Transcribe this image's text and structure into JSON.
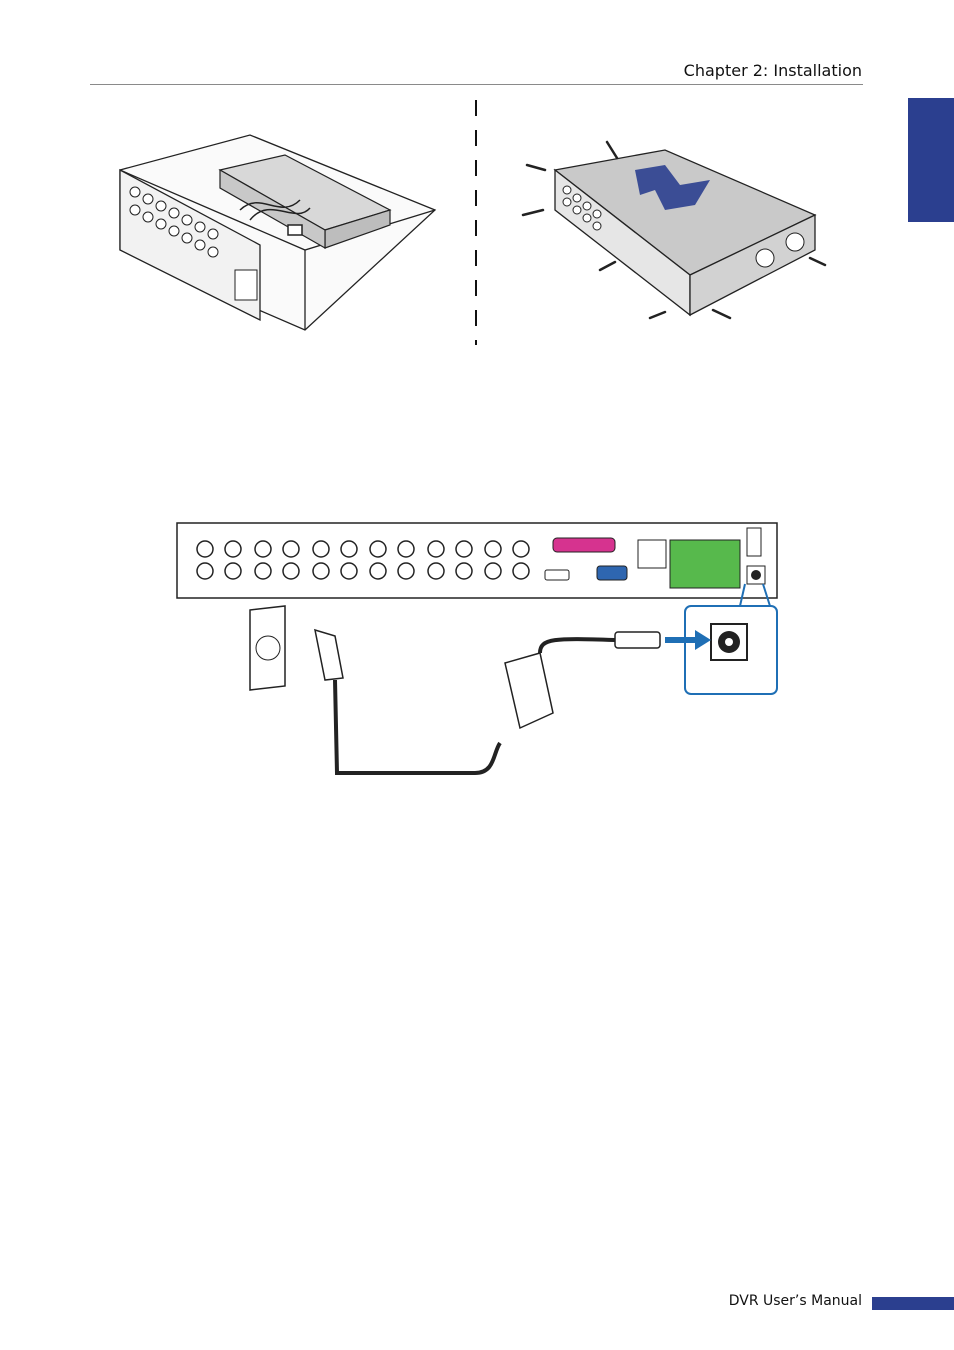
{
  "header": {
    "title": "Chapter 2: Installation"
  },
  "footer": {
    "manual_title": "DVR User’s Manual"
  },
  "colors": {
    "accent_blue": "#2b3f8f",
    "arrow_blue": "#1f6fb5",
    "terminal_green": "#57b94c",
    "serial_magenta": "#d6338f",
    "vga_blue": "#2e66b0"
  },
  "figures": {
    "hdd_install": {
      "icon": "dvr-open-chassis-illustration"
    },
    "cover_install": {
      "icon": "dvr-cover-screws-illustration"
    },
    "power_connect": {
      "icon": "dvr-rear-panel-power-illustration"
    }
  }
}
